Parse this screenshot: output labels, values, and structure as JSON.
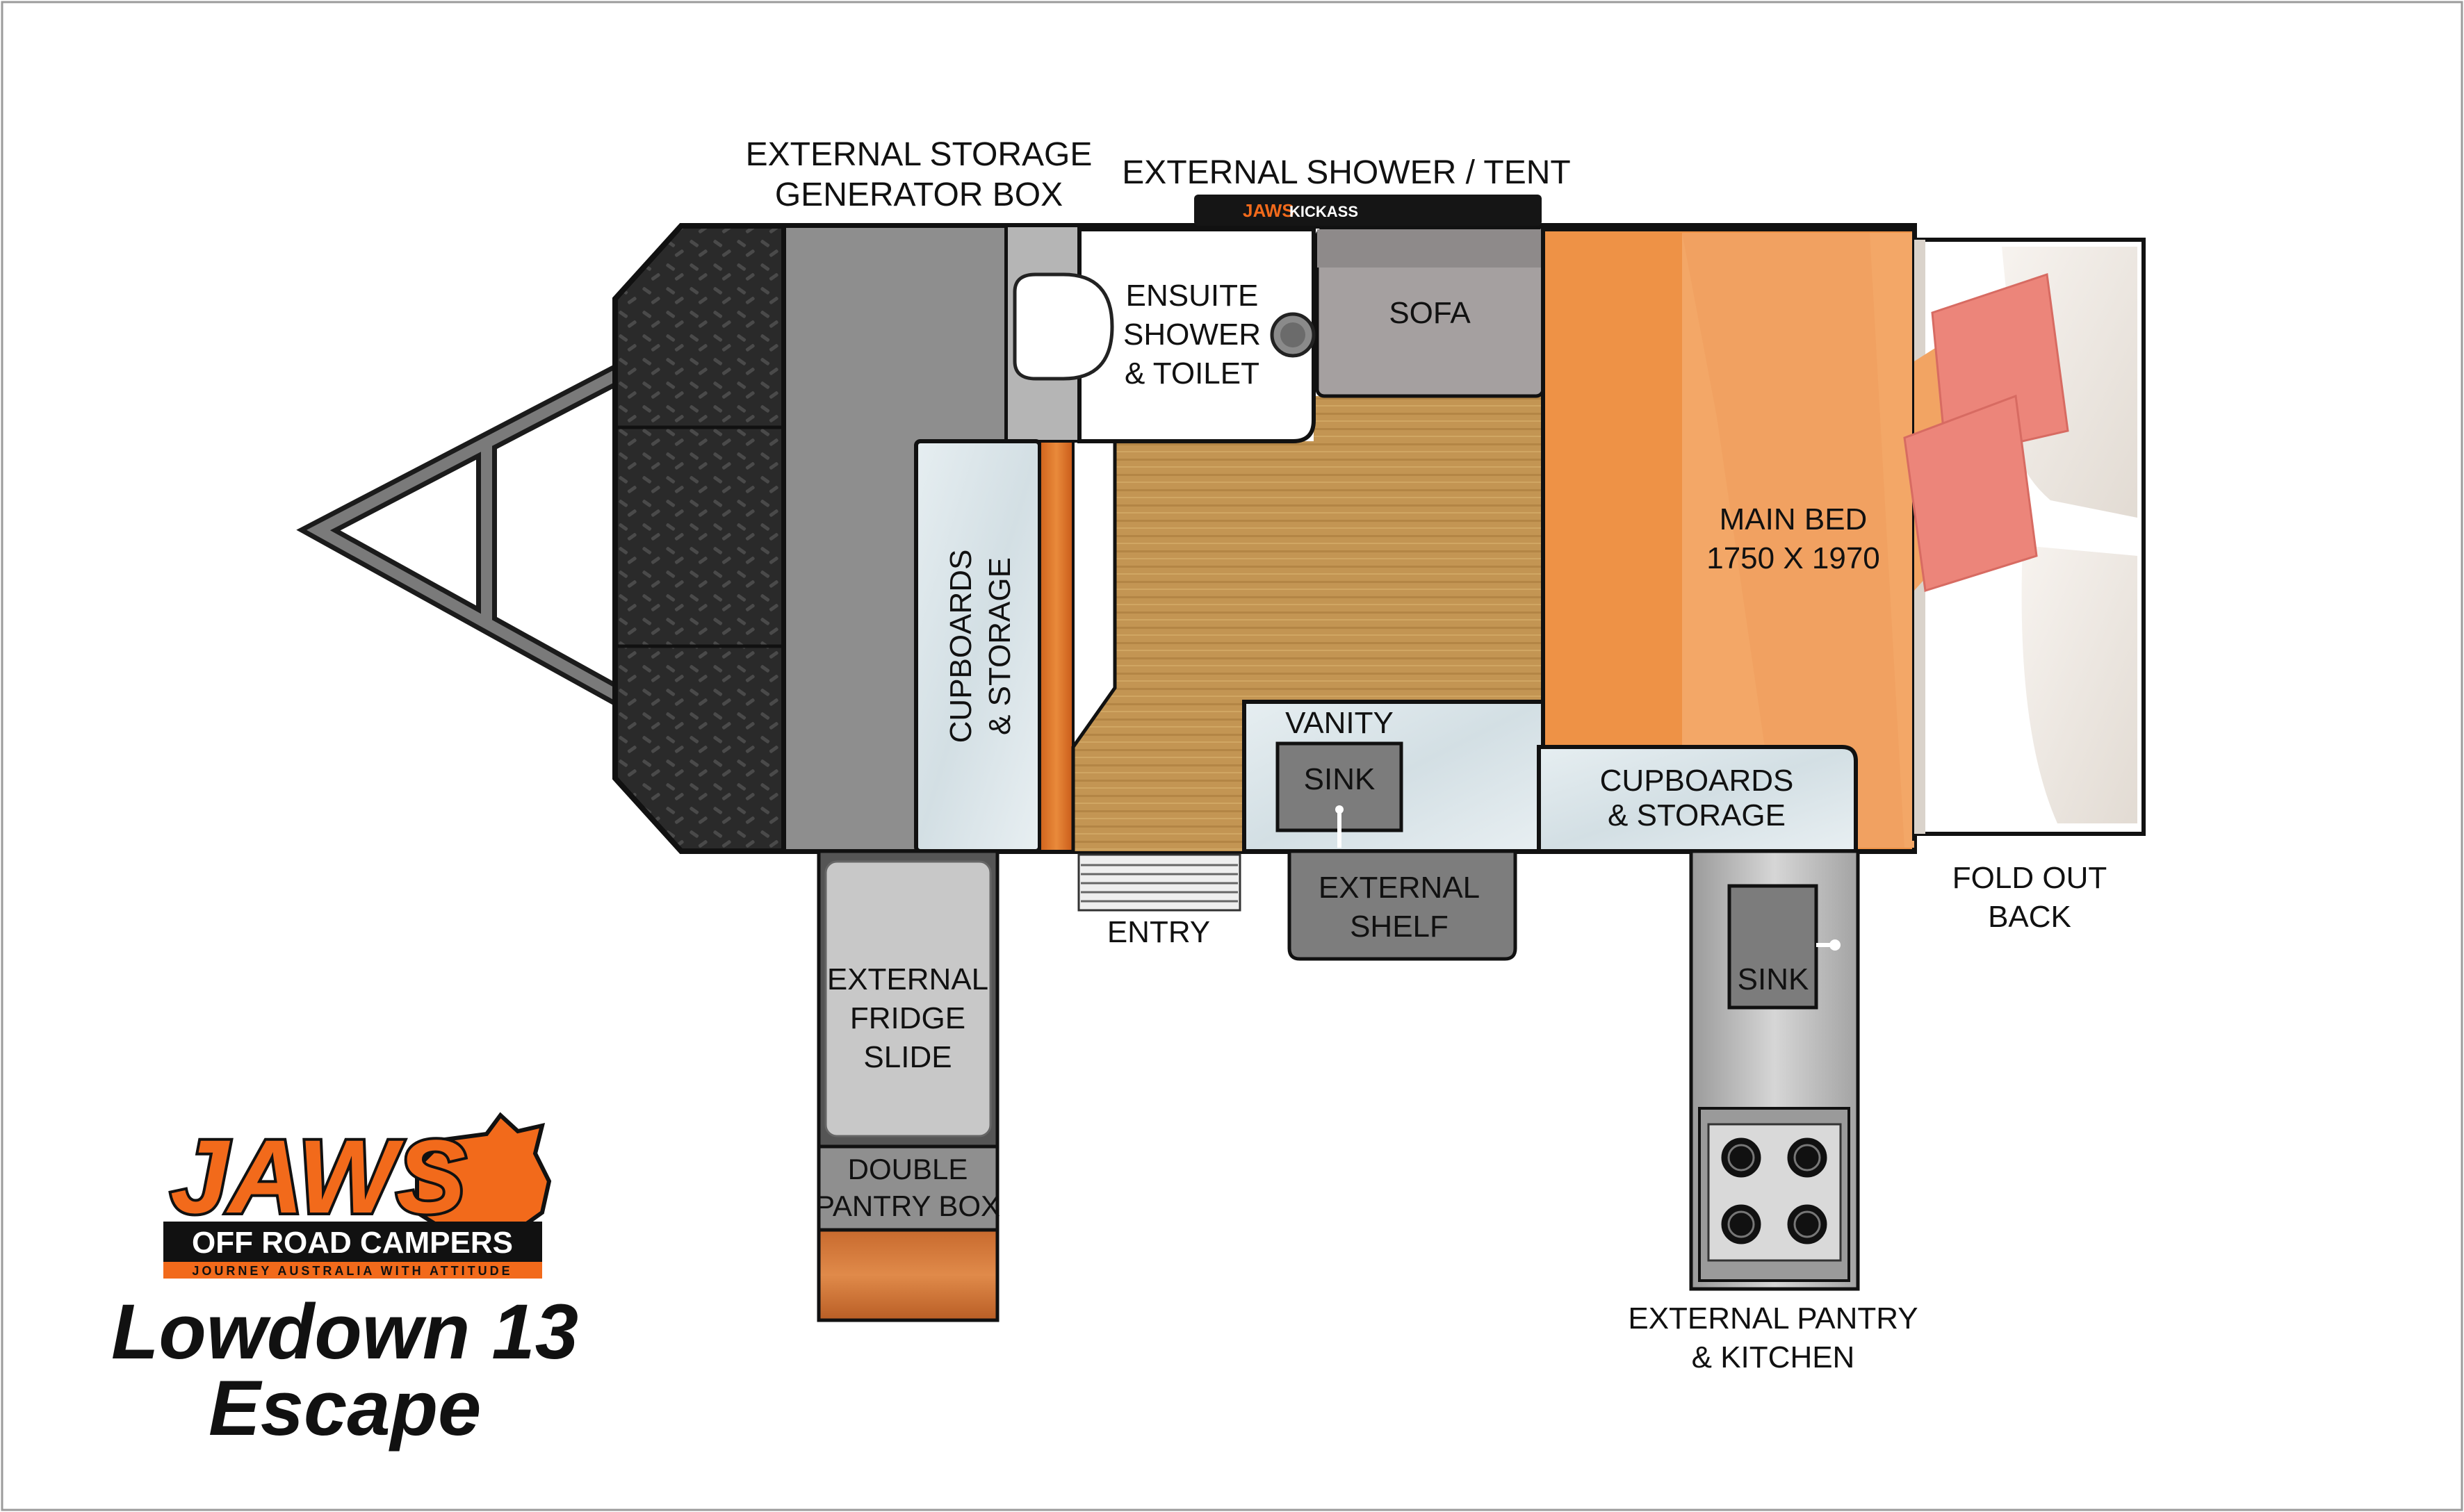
{
  "labels": {
    "external_storage_line1": "EXTERNAL STORAGE",
    "external_storage_line2": "GENERATOR BOX",
    "external_shower": "EXTERNAL SHOWER / TENT",
    "ensuite_line1": "ENSUITE",
    "ensuite_line2": "SHOWER",
    "ensuite_line3": "& TOILET",
    "sofa": "SOFA",
    "main_bed_line1": "MAIN BED",
    "main_bed_line2": "1750 X 1970",
    "cupboards_left_line1": "CUPBOARDS",
    "cupboards_left_line2": "& STORAGE",
    "vanity": "VANITY",
    "sink_vanity": "SINK",
    "cupboards_right_line1": "CUPBOARDS",
    "cupboards_right_line2": "& STORAGE",
    "fold_out_line1": "FOLD OUT",
    "fold_out_line2": "BACK",
    "entry": "ENTRY",
    "external_shelf_line1": "EXTERNAL",
    "external_shelf_line2": "SHELF",
    "fridge_line1": "EXTERNAL",
    "fridge_line2": "FRIDGE",
    "fridge_line3": "SLIDE",
    "pantry_box_line1": "DOUBLE",
    "pantry_box_line2": "PANTRY BOX",
    "sink_kitchen": "SINK",
    "kitchen_line1": "EXTERNAL PANTRY",
    "kitchen_line2": "& KITCHEN"
  },
  "awning_brand": {
    "left": "JAWS",
    "right": "KICKASS"
  },
  "logo": {
    "wordmark": "JAWS",
    "line1": "OFF ROAD CAMPERS",
    "tagline": "JOURNEY AUSTRALIA WITH ATTITUDE"
  },
  "model": {
    "line1": "Lowdown 13",
    "line2": "Escape"
  },
  "colors": {
    "bed_orange": "#ef9247",
    "bed_light": "#f4a766",
    "pillow_pink": "#ec857a",
    "floor_wood": "#c79a52",
    "storage_grey": "#8c8c8c",
    "marble": "#dde6ea",
    "logo_orange": "#f26a1b",
    "logo_black": "#111111"
  }
}
